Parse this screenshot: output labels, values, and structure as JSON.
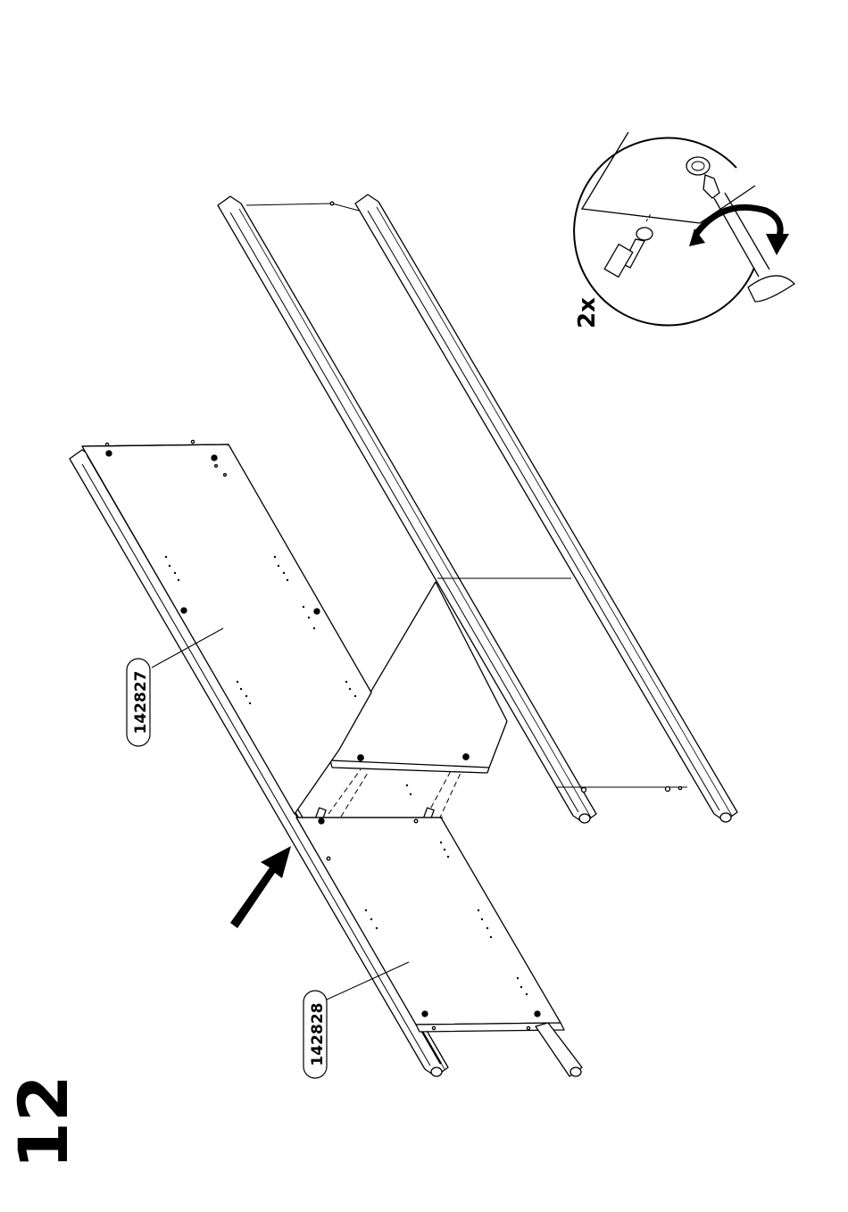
{
  "step": {
    "number": "12"
  },
  "parts": [
    {
      "id": "142827"
    },
    {
      "id": "142828"
    }
  ],
  "detail": {
    "quantity": "2x"
  },
  "colors": {
    "line": "#000000",
    "background": "#ffffff"
  },
  "icons": [
    "push-direction-arrow-icon",
    "screwdriver-icon",
    "rotation-arrow-icon",
    "cam-bolt-icon",
    "cam-lock-icon"
  ]
}
